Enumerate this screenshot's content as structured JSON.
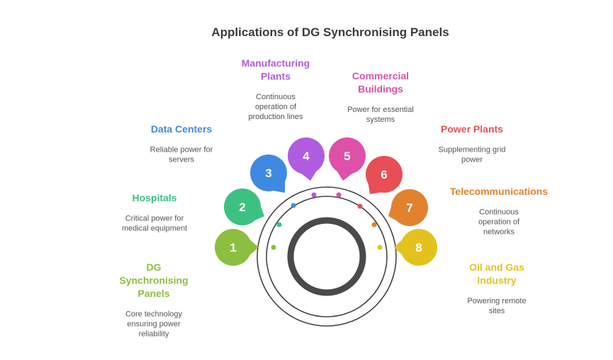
{
  "title": "Applications of DG Synchronising Panels",
  "items": [
    {
      "number": "1",
      "title": [
        "DG",
        "Synchronising",
        "Panels"
      ],
      "description": [
        "Core technology",
        "ensuring power",
        "reliability"
      ],
      "color": "#8cbf3f"
    },
    {
      "number": "2",
      "title": [
        "Hospitals"
      ],
      "description": [
        "Critical power for",
        "medical equipment"
      ],
      "color": "#3cc183"
    },
    {
      "number": "3",
      "title": [
        "Data Centers"
      ],
      "description": [
        "Reliable power for",
        "servers"
      ],
      "color": "#3f8ae0"
    },
    {
      "number": "4",
      "title": [
        "Manufacturing",
        "Plants"
      ],
      "description": [
        "Continuous",
        "operation of",
        "production lines"
      ],
      "color": "#b05ce0"
    },
    {
      "number": "5",
      "title": [
        "Commercial",
        "Buildings"
      ],
      "description": [
        "Power for essential",
        "systems"
      ],
      "color": "#df50a8"
    },
    {
      "number": "6",
      "title": [
        "Power Plants"
      ],
      "description": [
        "Supplementing grid",
        "power"
      ],
      "color": "#e84f55"
    },
    {
      "number": "7",
      "title": [
        "Telecommunications"
      ],
      "description": [
        "Continuous",
        "operation of",
        "networks"
      ],
      "color": "#e3822e"
    },
    {
      "number": "8",
      "title": [
        "Oil and Gas",
        "Industry"
      ],
      "description": [
        "Powering remote",
        "sites"
      ],
      "color": "#e4c21e"
    }
  ]
}
